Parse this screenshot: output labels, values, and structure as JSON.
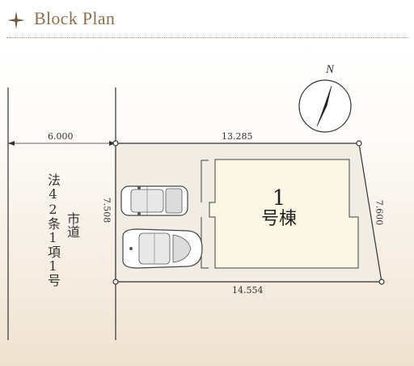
{
  "header": {
    "title": "Block Plan"
  },
  "plan": {
    "dimensions": {
      "road_width": "6.000",
      "top": "13.285",
      "bottom": "14.554",
      "left": "7.508",
      "right": "7.600"
    },
    "road_label_main": "法42条1項1号",
    "road_label_side": "市道",
    "building": {
      "number": "1",
      "name": "号棟"
    },
    "north_label": "N"
  },
  "colors": {
    "title": "#8a7152",
    "lot_fill": "#f1ede4",
    "building_fill": "#fbf7e4",
    "outline": "#333333"
  }
}
